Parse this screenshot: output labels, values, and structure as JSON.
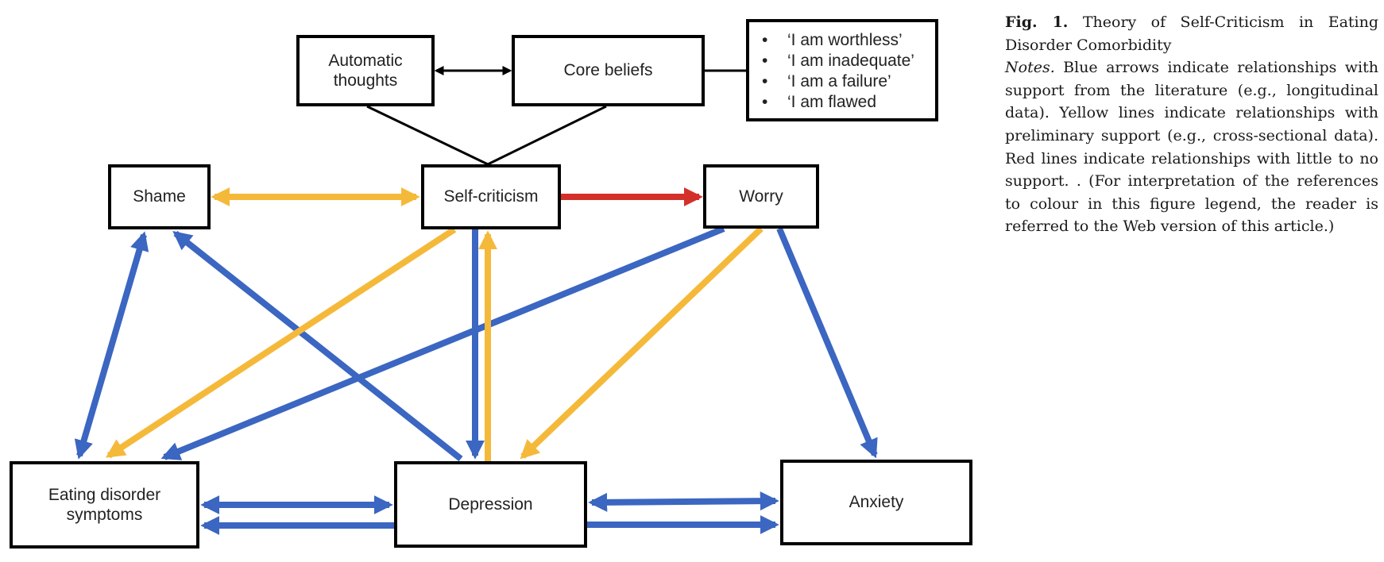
{
  "figure": {
    "nodes": {
      "automatic_thoughts": "Automatic thoughts",
      "core_beliefs": "Core beliefs",
      "shame": "Shame",
      "self_criticism": "Self-criticism",
      "worry": "Worry",
      "eating_disorder": "Eating disorder symptoms",
      "depression": "Depression",
      "anxiety": "Anxiety"
    },
    "beliefs": [
      "‘I am worthless’",
      "‘I am inadequate’",
      "‘I am a failure’",
      "‘I am flawed"
    ],
    "bullet_symbol": "•",
    "colors": {
      "supported": "#3b66c1",
      "preliminary": "#f5b93a",
      "little_support": "#d4302a",
      "neutral": "#000000"
    },
    "edges": [
      {
        "from": "automatic_thoughts",
        "to": "core_beliefs",
        "color": "neutral",
        "direction": "both"
      },
      {
        "from": "core_beliefs",
        "to": "beliefs_list",
        "color": "neutral",
        "direction": "none"
      },
      {
        "from": "automatic_thoughts",
        "to": "self_criticism",
        "color": "neutral",
        "direction": "none"
      },
      {
        "from": "core_beliefs",
        "to": "self_criticism",
        "color": "neutral",
        "direction": "none"
      },
      {
        "from": "shame",
        "to": "self_criticism",
        "color": "preliminary",
        "direction": "both"
      },
      {
        "from": "self_criticism",
        "to": "worry",
        "color": "little_support",
        "direction": "forward"
      },
      {
        "from": "eating_disorder",
        "to": "shame",
        "color": "supported",
        "direction": "both"
      },
      {
        "from": "depression",
        "to": "shame",
        "color": "supported",
        "direction": "forward"
      },
      {
        "from": "self_criticism",
        "to": "eating_disorder",
        "color": "preliminary",
        "direction": "forward"
      },
      {
        "from": "worry",
        "to": "eating_disorder",
        "color": "supported",
        "direction": "forward"
      },
      {
        "from": "self_criticism",
        "to": "depression",
        "color": "supported",
        "direction": "forward"
      },
      {
        "from": "depression",
        "to": "self_criticism",
        "color": "preliminary",
        "direction": "forward"
      },
      {
        "from": "worry",
        "to": "depression",
        "color": "preliminary",
        "direction": "forward"
      },
      {
        "from": "worry",
        "to": "anxiety",
        "color": "supported",
        "direction": "forward"
      },
      {
        "from": "eating_disorder",
        "to": "depression",
        "color": "supported",
        "direction": "both"
      },
      {
        "from": "depression",
        "to": "eating_disorder",
        "color": "supported",
        "direction": "forward"
      },
      {
        "from": "depression",
        "to": "anxiety",
        "color": "supported",
        "direction": "both"
      },
      {
        "from": "depression",
        "to": "anxiety",
        "color": "supported",
        "direction": "forward"
      }
    ]
  },
  "caption": {
    "label": "Fig. 1.",
    "title": "Theory of Self-Criticism in Eating Disorder Comorbidity",
    "notes_label": "Notes.",
    "notes_text": "Blue arrows indicate relationships with support from the literature (e.g., longitudinal data). Yellow lines indicate relationships with preliminary support (e.g., cross-sectional data). Red lines indicate relationships with little to no support. . (For interpretation of the references to colour in this figure legend, the reader is referred to the Web version of this article.)"
  }
}
